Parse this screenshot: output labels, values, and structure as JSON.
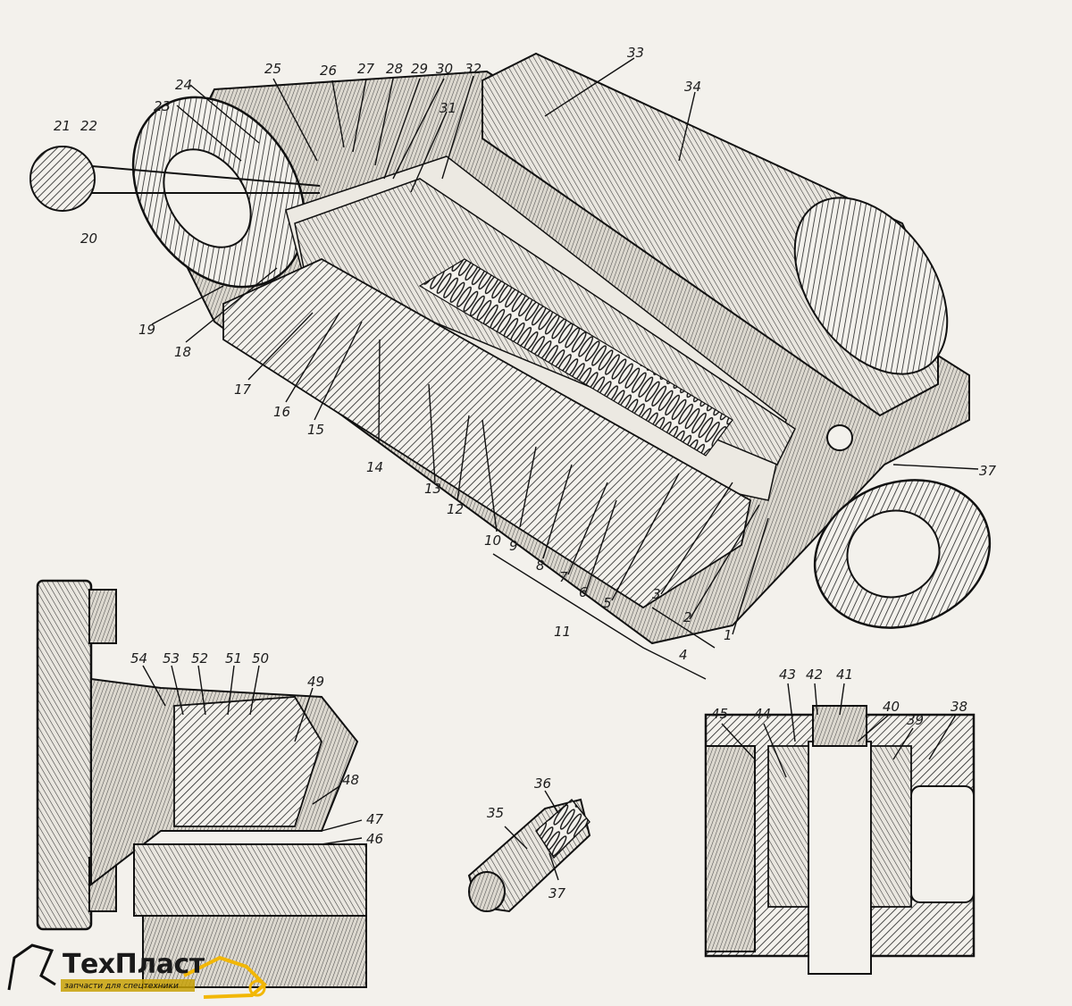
{
  "callouts": [
    {
      "id": "c1",
      "text": "1"
    },
    {
      "id": "c2",
      "text": "2"
    },
    {
      "id": "c3",
      "text": "3"
    },
    {
      "id": "c4",
      "text": "4"
    },
    {
      "id": "c5",
      "text": "5"
    },
    {
      "id": "c6",
      "text": "6"
    },
    {
      "id": "c7",
      "text": "7"
    },
    {
      "id": "c8",
      "text": "8"
    },
    {
      "id": "c9",
      "text": "9"
    },
    {
      "id": "c10",
      "text": "10"
    },
    {
      "id": "c11",
      "text": "11"
    },
    {
      "id": "c12",
      "text": "12"
    },
    {
      "id": "c13",
      "text": "13"
    },
    {
      "id": "c14",
      "text": "14"
    },
    {
      "id": "c15",
      "text": "15"
    },
    {
      "id": "c16",
      "text": "16"
    },
    {
      "id": "c17",
      "text": "17"
    },
    {
      "id": "c18",
      "text": "18"
    },
    {
      "id": "c19",
      "text": "19"
    },
    {
      "id": "c20",
      "text": "20"
    },
    {
      "id": "c21",
      "text": "21"
    },
    {
      "id": "c22",
      "text": "22"
    },
    {
      "id": "c23",
      "text": "23"
    },
    {
      "id": "c24",
      "text": "24"
    },
    {
      "id": "c25",
      "text": "25"
    },
    {
      "id": "c26",
      "text": "26"
    },
    {
      "id": "c27",
      "text": "27"
    },
    {
      "id": "c28",
      "text": "28"
    },
    {
      "id": "c29",
      "text": "29"
    },
    {
      "id": "c30",
      "text": "30"
    },
    {
      "id": "c31",
      "text": "31"
    },
    {
      "id": "c32",
      "text": "32"
    },
    {
      "id": "c33",
      "text": "33"
    },
    {
      "id": "c34",
      "text": "34"
    },
    {
      "id": "c35",
      "text": "35"
    },
    {
      "id": "c36",
      "text": "36"
    },
    {
      "id": "c37a",
      "text": "37"
    },
    {
      "id": "c37b",
      "text": "37"
    },
    {
      "id": "c38",
      "text": "38"
    },
    {
      "id": "c39",
      "text": "39"
    },
    {
      "id": "c40",
      "text": "40"
    },
    {
      "id": "c41",
      "text": "41"
    },
    {
      "id": "c42",
      "text": "42"
    },
    {
      "id": "c43",
      "text": "43"
    },
    {
      "id": "c44",
      "text": "44"
    },
    {
      "id": "c45",
      "text": "45"
    },
    {
      "id": "c46",
      "text": "46"
    },
    {
      "id": "c47",
      "text": "47"
    },
    {
      "id": "c48",
      "text": "48"
    },
    {
      "id": "c49",
      "text": "49"
    },
    {
      "id": "c50",
      "text": "50"
    },
    {
      "id": "c51",
      "text": "51"
    },
    {
      "id": "c52",
      "text": "52"
    },
    {
      "id": "c53",
      "text": "53"
    },
    {
      "id": "c54",
      "text": "54"
    }
  ],
  "logo": {
    "name": "ТехПласт",
    "tagline": "запчасти для спецтехники"
  },
  "colors": {
    "ink": "#1d1d1d",
    "paper": "#f3f1ec",
    "logo_accent": "#f2b705"
  }
}
